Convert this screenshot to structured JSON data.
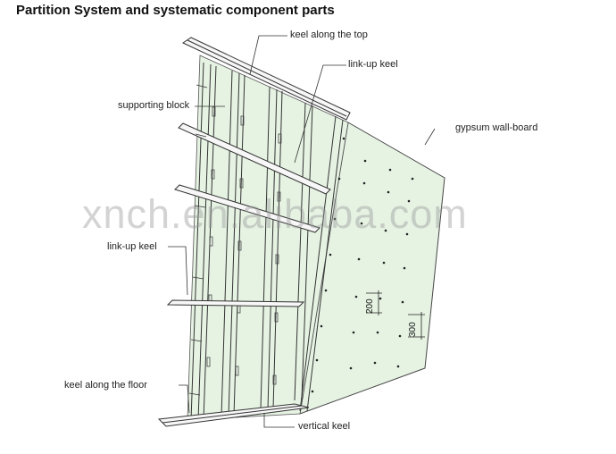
{
  "title": "Partition System and systematic component parts",
  "labels": {
    "keel_top": "keel along the top",
    "link_up_keel_top": "link-up keel",
    "supporting_block": "supporting block",
    "gypsum_wall_board": "gypsum wall-board",
    "link_up_keel_left": "link-up keel",
    "keel_floor": "keel along the floor",
    "vertical_keel": "vertical keel"
  },
  "dimensions": {
    "spacing_a": "200",
    "spacing_b": "300"
  },
  "watermark": "xnch.en.alibaba.com",
  "colors": {
    "board_fill": "#e6f3e3",
    "line": "#333333"
  }
}
